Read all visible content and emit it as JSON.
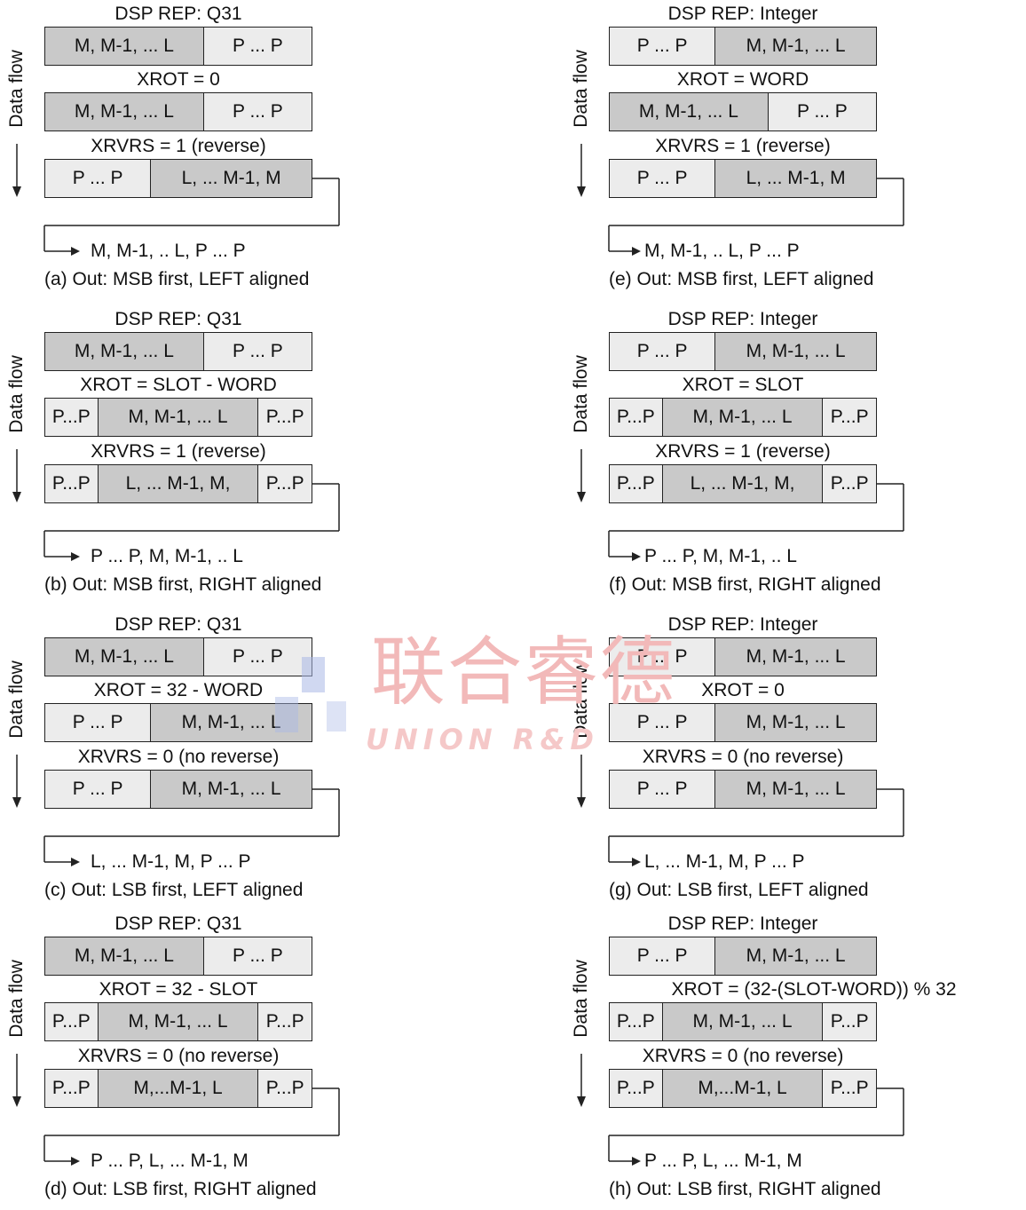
{
  "flow_label": "Data flow",
  "panels": [
    {
      "id": "a",
      "dsp": "DSP REP: Q31",
      "row1": [
        {
          "t": "M,   M-1, ... L",
          "w": 180,
          "s": "dark"
        },
        {
          "t": "P  ...  P",
          "w": 122,
          "s": "light"
        }
      ],
      "xrot": "XROT = 0",
      "row2": [
        {
          "t": "M,   M-1, ... L",
          "w": 180,
          "s": "dark"
        },
        {
          "t": "P  ...  P",
          "w": 122,
          "s": "light"
        }
      ],
      "xrvrs": "XRVRS = 1 (reverse)",
      "row3": [
        {
          "t": "P  ...  P",
          "w": 120,
          "s": "light"
        },
        {
          "t": "L, ... M-1,     M",
          "w": 182,
          "s": "dark"
        }
      ],
      "out": "M, M-1, .. L, P ... P",
      "caption": "(a) Out: MSB first, LEFT aligned"
    },
    {
      "id": "b",
      "dsp": "DSP REP: Q31",
      "row1": [
        {
          "t": "M,   M-1, ... L",
          "w": 180,
          "s": "dark"
        },
        {
          "t": "P  ...  P",
          "w": 122,
          "s": "light"
        }
      ],
      "xrot": "XROT = SLOT - WORD",
      "row2": [
        {
          "t": "P...P",
          "w": 60,
          "s": "light"
        },
        {
          "t": "M,   M-1, ... L",
          "w": 182,
          "s": "dark"
        },
        {
          "t": "P...P",
          "w": 60,
          "s": "light"
        }
      ],
      "xrvrs": "XRVRS = 1 (reverse)",
      "row3": [
        {
          "t": "P...P",
          "w": 60,
          "s": "light"
        },
        {
          "t": "L, ... M-1,     M,",
          "w": 182,
          "s": "dark"
        },
        {
          "t": "P...P",
          "w": 60,
          "s": "light"
        }
      ],
      "out": "P ... P, M, M-1, .. L",
      "caption": "(b) Out: MSB first, RIGHT aligned"
    },
    {
      "id": "c",
      "dsp": "DSP REP: Q31",
      "row1": [
        {
          "t": "M,   M-1, ... L",
          "w": 180,
          "s": "dark"
        },
        {
          "t": "P  ...  P",
          "w": 122,
          "s": "light"
        }
      ],
      "xrot": "XROT = 32 - WORD",
      "row2": [
        {
          "t": "P  ...  P",
          "w": 120,
          "s": "light"
        },
        {
          "t": "M,   M-1, ... L",
          "w": 182,
          "s": "dark"
        }
      ],
      "xrvrs": "XRVRS = 0 (no reverse)",
      "row3": [
        {
          "t": "P  ...  P",
          "w": 120,
          "s": "light"
        },
        {
          "t": "M,   M-1, ... L",
          "w": 182,
          "s": "dark"
        }
      ],
      "out": "L, ... M-1, M, P ... P",
      "caption": "(c) Out: LSB first, LEFT aligned"
    },
    {
      "id": "d",
      "dsp": "DSP REP: Q31",
      "row1": [
        {
          "t": "M,   M-1, ... L",
          "w": 180,
          "s": "dark"
        },
        {
          "t": "P  ...  P",
          "w": 122,
          "s": "light"
        }
      ],
      "xrot": "XROT = 32 - SLOT",
      "row2": [
        {
          "t": "P...P",
          "w": 60,
          "s": "light"
        },
        {
          "t": "M,   M-1, ... L",
          "w": 182,
          "s": "dark"
        },
        {
          "t": "P...P",
          "w": 60,
          "s": "light"
        }
      ],
      "xrvrs": "XRVRS = 0 (no reverse)",
      "row3": [
        {
          "t": "P...P",
          "w": 60,
          "s": "light"
        },
        {
          "t": "M,...M-1,       L",
          "w": 182,
          "s": "dark"
        },
        {
          "t": "P...P",
          "w": 60,
          "s": "light"
        }
      ],
      "out": "P ... P, L, ... M-1, M",
      "caption": "(d) Out: LSB first, RIGHT aligned"
    },
    {
      "id": "e",
      "dsp": "DSP REP: Integer",
      "row1": [
        {
          "t": "P  ...  P",
          "w": 120,
          "s": "light"
        },
        {
          "t": "M,   M-1, ... L",
          "w": 182,
          "s": "dark"
        }
      ],
      "xrot": "XROT = WORD",
      "row2": [
        {
          "t": "M,   M-1, ... L",
          "w": 180,
          "s": "dark"
        },
        {
          "t": "P  ...  P",
          "w": 122,
          "s": "light"
        }
      ],
      "xrvrs": "XRVRS = 1 (reverse)",
      "row3": [
        {
          "t": "P  ...  P",
          "w": 120,
          "s": "light"
        },
        {
          "t": "L, ... M-1,     M",
          "w": 182,
          "s": "dark"
        }
      ],
      "out": "M, M-1, .. L, P ... P",
      "caption": "(e) Out: MSB first, LEFT aligned"
    },
    {
      "id": "f",
      "dsp": "DSP REP: Integer",
      "row1": [
        {
          "t": "P  ...  P",
          "w": 120,
          "s": "light"
        },
        {
          "t": "M,   M-1, ... L",
          "w": 182,
          "s": "dark"
        }
      ],
      "xrot": "XROT = SLOT",
      "row2": [
        {
          "t": "P...P",
          "w": 60,
          "s": "light"
        },
        {
          "t": "M,   M-1, ... L",
          "w": 182,
          "s": "dark"
        },
        {
          "t": "P...P",
          "w": 60,
          "s": "light"
        }
      ],
      "xrvrs": "XRVRS = 1 (reverse)",
      "row3": [
        {
          "t": "P...P",
          "w": 60,
          "s": "light"
        },
        {
          "t": "L, ... M-1,     M,",
          "w": 182,
          "s": "dark"
        },
        {
          "t": "P...P",
          "w": 60,
          "s": "light"
        }
      ],
      "out": "P ... P, M, M-1, .. L",
      "caption": "(f) Out: MSB first, RIGHT aligned"
    },
    {
      "id": "g",
      "dsp": "DSP REP: Integer",
      "row1": [
        {
          "t": "P  ...  P",
          "w": 120,
          "s": "light"
        },
        {
          "t": "M,   M-1, ... L",
          "w": 182,
          "s": "dark"
        }
      ],
      "xrot": "XROT = 0",
      "row2": [
        {
          "t": "P  ...  P",
          "w": 120,
          "s": "light"
        },
        {
          "t": "M,   M-1, ... L",
          "w": 182,
          "s": "dark"
        }
      ],
      "xrvrs": "XRVRS = 0 (no reverse)",
      "row3": [
        {
          "t": "P  ...  P",
          "w": 120,
          "s": "light"
        },
        {
          "t": "M,   M-1, ... L",
          "w": 182,
          "s": "dark"
        }
      ],
      "out": "L, ... M-1, M, P ... P",
      "caption": "(g) Out: LSB first, LEFT aligned"
    },
    {
      "id": "h",
      "dsp": "DSP REP: Integer",
      "row1": [
        {
          "t": "P  ...  P",
          "w": 120,
          "s": "light"
        },
        {
          "t": "M,   M-1, ... L",
          "w": 182,
          "s": "dark"
        }
      ],
      "xrot": "XROT = (32-(SLOT-WORD)) % 32",
      "row2": [
        {
          "t": "P...P",
          "w": 60,
          "s": "light"
        },
        {
          "t": "M,   M-1, ... L",
          "w": 182,
          "s": "dark"
        },
        {
          "t": "P...P",
          "w": 60,
          "s": "light"
        }
      ],
      "xrvrs": "XRVRS = 0 (no reverse)",
      "row3": [
        {
          "t": "P...P",
          "w": 60,
          "s": "light"
        },
        {
          "t": "M,...M-1,       L",
          "w": 182,
          "s": "dark"
        },
        {
          "t": "P...P",
          "w": 60,
          "s": "light"
        }
      ],
      "out": "P ... P, L, ... M-1, M",
      "caption": "(h) Out: LSB first, RIGHT aligned"
    }
  ],
  "watermark": {
    "cn": "联合睿德",
    "en": "UNION R&D",
    "colors": {
      "red": "#f2b9b9",
      "blue": "#a9b8e6"
    }
  }
}
